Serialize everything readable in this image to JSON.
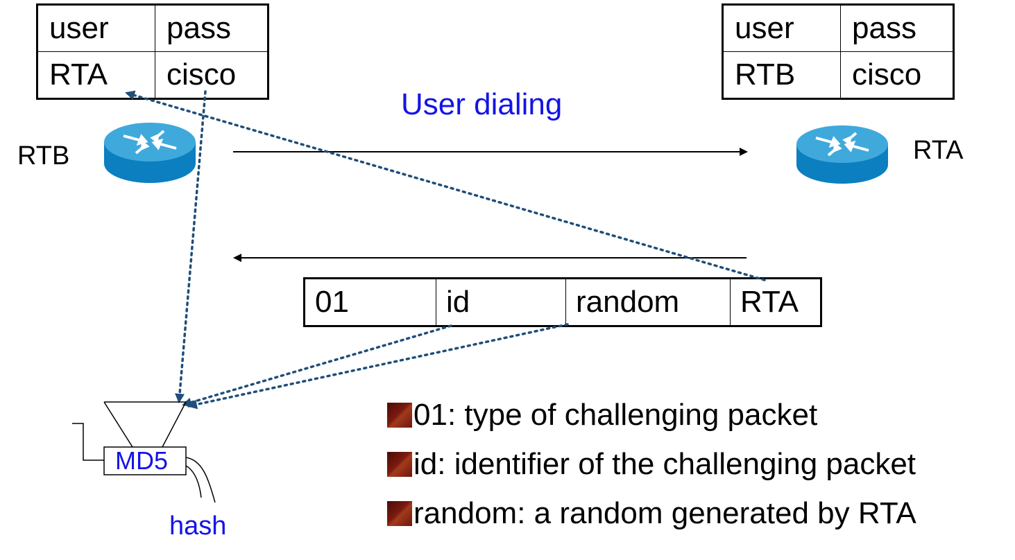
{
  "tables": {
    "left": {
      "headers": [
        "user",
        "pass"
      ],
      "row": [
        "RTA",
        "cisco"
      ]
    },
    "right": {
      "headers": [
        "user",
        "pass"
      ],
      "row": [
        "RTB",
        "cisco"
      ]
    }
  },
  "routers": {
    "left_label": "RTB",
    "right_label": "RTA"
  },
  "title": "User dialing",
  "packet": [
    "01",
    "id",
    "random",
    "RTA"
  ],
  "md5": {
    "label": "MD5",
    "output": "hash"
  },
  "bullets": [
    "01: type of challenging packet",
    "id: identifier of the challenging packet",
    "random: a random generated by RTA"
  ],
  "colors": {
    "accent_blue": "#1414e6",
    "dotted_line": "#1f4e79",
    "router_top": "#3fa9dc",
    "router_side": "#0b7fbf"
  },
  "icons": [
    "router-icon",
    "bullet-square-icon"
  ]
}
